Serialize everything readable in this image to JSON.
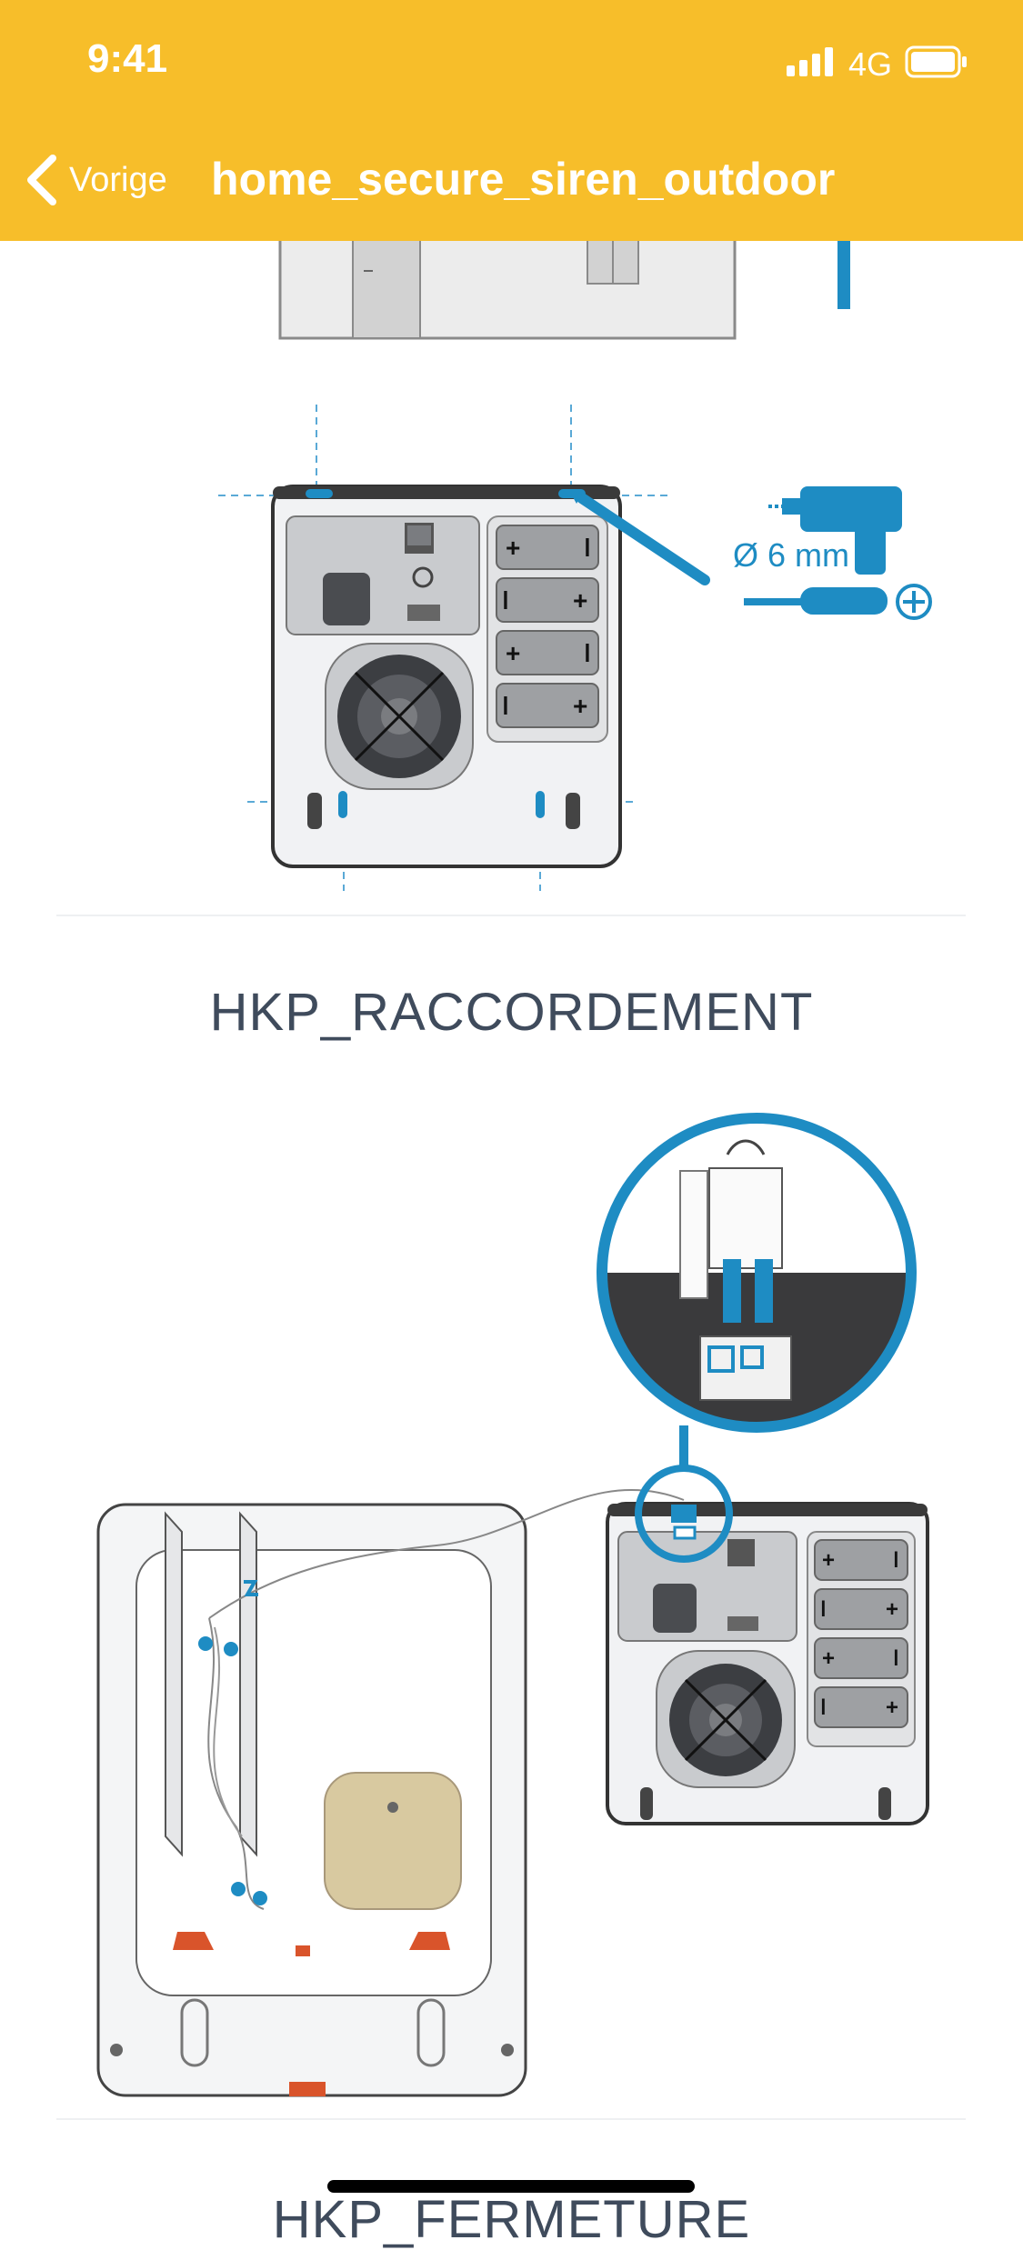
{
  "status_bar": {
    "time": "9:41",
    "network": "4G"
  },
  "nav": {
    "back_label": "Vorige",
    "title": "home_secure_siren_outdoor"
  },
  "mounting": {
    "drill_size": "Ø 6 mm"
  },
  "sections": [
    {
      "title": "HKP_RACCORDEMENT"
    },
    {
      "title": "HKP_FERMETURE"
    }
  ],
  "colors": {
    "accent": "#F7BE2A",
    "diagram_blue": "#1E8CC3",
    "seal_red": "#D9542B"
  }
}
